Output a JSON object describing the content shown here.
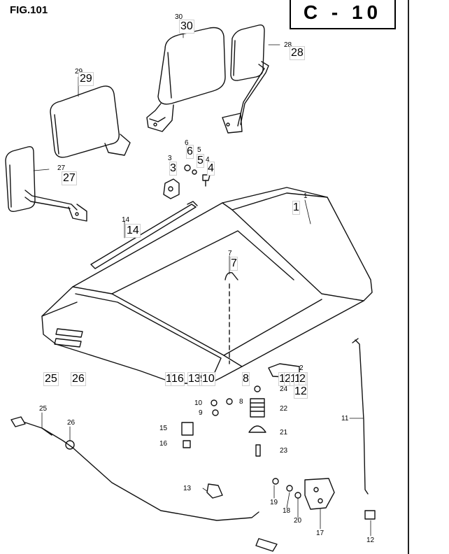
{
  "figure_title": "FIG.101",
  "figure_code": "C - 10",
  "labels": [
    {
      "id": "l30",
      "text": "30"
    },
    {
      "id": "l28",
      "text": "28"
    },
    {
      "id": "l29",
      "text": "29"
    },
    {
      "id": "l6",
      "text": "6"
    },
    {
      "id": "l5",
      "text": "5"
    },
    {
      "id": "l3",
      "text": "3"
    },
    {
      "id": "l4",
      "text": "4"
    },
    {
      "id": "l27",
      "text": "27"
    },
    {
      "id": "l1",
      "text": "1"
    },
    {
      "id": "l14",
      "text": "14"
    },
    {
      "id": "l7",
      "text": "7"
    },
    {
      "id": "l2",
      "text": "2"
    },
    {
      "id": "l24",
      "text": "24"
    },
    {
      "id": "l22",
      "text": "22"
    },
    {
      "id": "l21",
      "text": "21"
    },
    {
      "id": "l23",
      "text": "23"
    },
    {
      "id": "l10",
      "text": "10"
    },
    {
      "id": "l9",
      "text": "9"
    },
    {
      "id": "l8",
      "text": "8"
    },
    {
      "id": "l15",
      "text": "15"
    },
    {
      "id": "l16",
      "text": "16"
    },
    {
      "id": "l25",
      "text": "25"
    },
    {
      "id": "l26",
      "text": "26"
    },
    {
      "id": "l13",
      "text": "13"
    },
    {
      "id": "l11",
      "text": "11"
    },
    {
      "id": "l19",
      "text": "19"
    },
    {
      "id": "l18",
      "text": "18"
    },
    {
      "id": "l20",
      "text": "20"
    },
    {
      "id": "l17",
      "text": "17"
    },
    {
      "id": "l12",
      "text": "12"
    }
  ],
  "tags": [
    {
      "id": "t30",
      "text": "30"
    },
    {
      "id": "t28",
      "text": "28"
    },
    {
      "id": "t29",
      "text": "29"
    },
    {
      "id": "t27",
      "text": "27"
    },
    {
      "id": "t6",
      "text": "6"
    },
    {
      "id": "t5",
      "text": "5"
    },
    {
      "id": "t3",
      "text": "3"
    },
    {
      "id": "t4",
      "text": "4"
    },
    {
      "id": "t1",
      "text": "1"
    },
    {
      "id": "t14",
      "text": "14"
    },
    {
      "id": "t7",
      "text": "7"
    },
    {
      "id": "t25",
      "text": "25"
    },
    {
      "id": "t26",
      "text": "26"
    },
    {
      "id": "t15",
      "text": "15"
    },
    {
      "id": "t16",
      "text": "16"
    },
    {
      "id": "t13",
      "text": "13"
    },
    {
      "id": "t9",
      "text": "9"
    },
    {
      "id": "t10",
      "text": "10"
    },
    {
      "id": "t8",
      "text": "8"
    },
    {
      "id": "t19",
      "text": "19"
    },
    {
      "id": "t20",
      "text": "20"
    },
    {
      "id": "t18",
      "text": "18"
    },
    {
      "id": "t17",
      "text": "17"
    },
    {
      "id": "t2",
      "text": "2"
    },
    {
      "id": "t12",
      "text": "12"
    }
  ]
}
